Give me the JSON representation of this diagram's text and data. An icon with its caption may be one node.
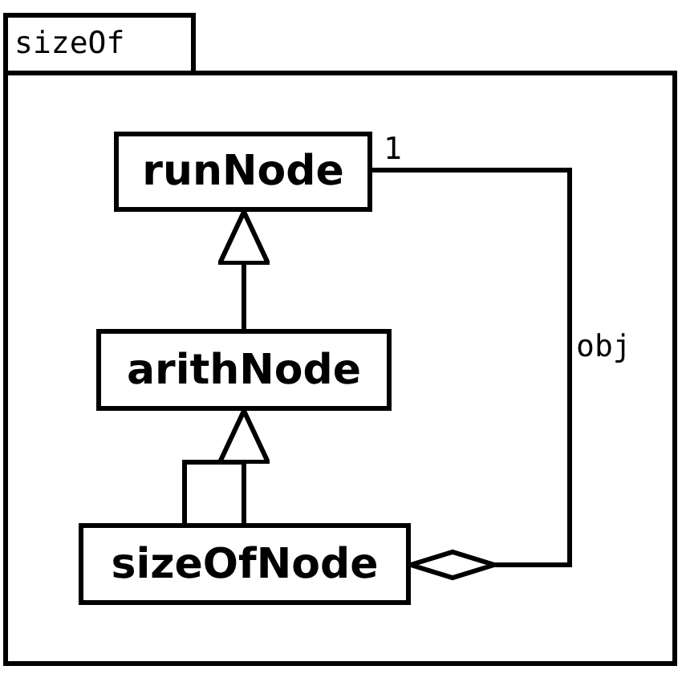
{
  "diagram": {
    "nodes": [
      {
        "text": [
          "sizeOf"
        ]
      },
      {
        "text": [
          "runNode"
        ],
        "in": 0
      },
      {
        "text": [
          "arithNode"
        ],
        "in": 0
      },
      {
        "text": [
          "sizeOfNode"
        ],
        "in": 0
      }
    ],
    "edges": [
      {
        "from": 2,
        "to": 1,
        "arrow": "to"
      },
      {
        "from": 3,
        "to": 2,
        "arrow": "to"
      },
      {
        "from": 1,
        "to": 3,
        "arrow": "other",
        "label": "obj"
      }
    ],
    "labels": [
      "1"
    ]
  }
}
